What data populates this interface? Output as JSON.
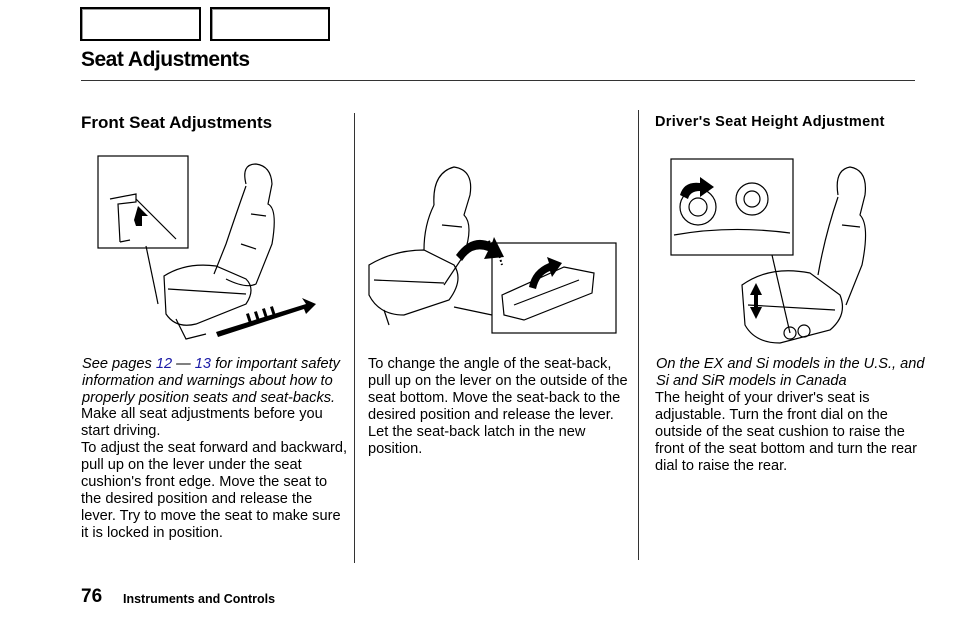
{
  "page": {
    "title": "Seat Adjustments",
    "page_number": "76",
    "footer_section": "Instruments and Controls"
  },
  "nav": {
    "prev_label": "",
    "next_label": ""
  },
  "front": {
    "heading": "Front Seat Adjustments",
    "ital_prefix": "See pages ",
    "link1": "12",
    "dash": " — ",
    "link2": "13",
    "ital_suffix": " for important safety information and warnings about how to properly position seats and seat-backs.",
    "body_line1": "Make all seat adjustments before you start driving.",
    "body_line2": "To adjust the seat forward and backward, pull up on the lever under the seat cushion's front edge. Move the seat to the desired position and release the lever. Try to move the seat to make sure it is locked in position."
  },
  "seatback": {
    "body": "To change the angle of the seat-back, pull up on the lever on the outside of the seat bottom. Move the seat-back to the desired position and release the lever. Let the seat-back latch in the new position."
  },
  "height": {
    "heading": "Driver's Seat Height Adjustment",
    "ital": "On the EX and Si models in the U.S., and Si and SiR models in Canada",
    "body": "The height of your driver's seat is adjustable. Turn the front dial on the outside of the seat cushion to raise the front of the seat bottom and turn the rear dial to raise the rear."
  }
}
